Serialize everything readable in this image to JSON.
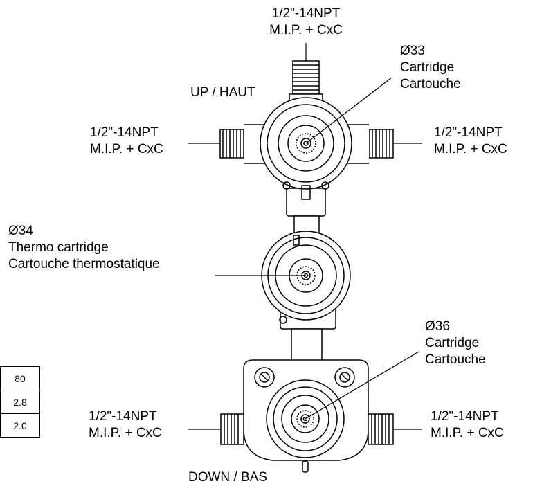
{
  "labels": {
    "top_inlet_line1": "1/2\"-14NPT",
    "top_inlet_line2": "M.I.P. + CxC",
    "up_label": "UP / HAUT",
    "upper_cartridge_size": "Ø33",
    "upper_cartridge_en": "Cartridge",
    "upper_cartridge_fr": "Cartouche",
    "upper_left_line1": "1/2\"-14NPT",
    "upper_left_line2": "M.I.P. + CxC",
    "upper_right_line1": "1/2\"-14NPT",
    "upper_right_line2": "M.I.P. + CxC",
    "thermo_size": "Ø34",
    "thermo_en": "Thermo cartridge",
    "thermo_fr": "Cartouche thermostatique",
    "lower_cartridge_size": "Ø36",
    "lower_cartridge_en": "Cartridge",
    "lower_cartridge_fr": "Cartouche",
    "lower_left_line1": "1/2\"-14NPT",
    "lower_left_line2": "M.I.P. + CxC",
    "lower_right_line1": "1/2\"-14NPT",
    "lower_right_line2": "M.I.P. + CxC",
    "down_label": "DOWN / BAS"
  },
  "spec_table": [
    "80",
    "2.8",
    "2.0"
  ]
}
